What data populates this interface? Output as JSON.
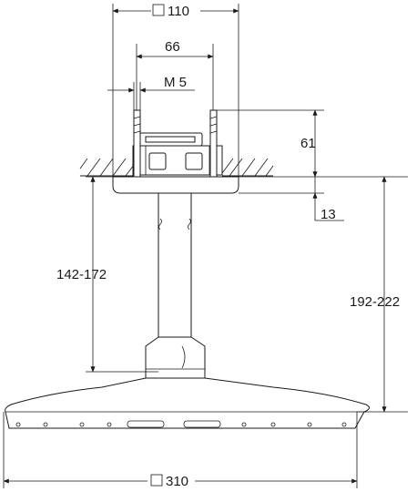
{
  "dimensions": {
    "box_width": "110",
    "box_symbol": "□",
    "bolt_spacing": "66",
    "thread": "M 5",
    "housing_height": "61",
    "plate_offset": "13",
    "arm_length": "142-172",
    "total_height": "192-222",
    "head_width": "310",
    "head_symbol": "□"
  }
}
